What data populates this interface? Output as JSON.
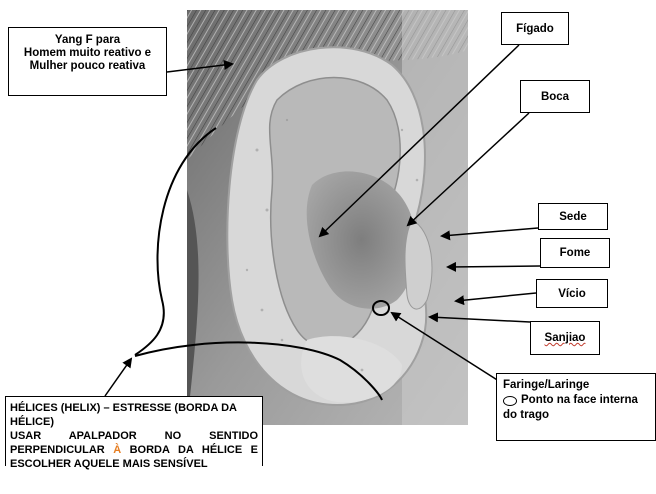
{
  "labels": {
    "yang": [
      "Yang F para",
      "Homem muito reativo e",
      "Mulher pouco reativa"
    ],
    "figado": "Fígado",
    "boca": "Boca",
    "sede": "Sede",
    "fome": "Fome",
    "vicio": "Vício",
    "sanjiao": "Sanjiao",
    "faringe": {
      "title": "Faringe/Laringe",
      "line2": "Ponto na face interna",
      "line3": "do trago"
    },
    "helix": {
      "line1": "HÉLICES (HELIX) – ESTRESSE (BORDA DA",
      "line2": "HÉLICE)",
      "line3": "USAR APALPADOR NO SENTIDO",
      "line4_pre": "PERPENDICULAR ",
      "line4_accent": "À",
      "line4_post": " BORDA DA HÉLICE E",
      "line5": "ESCOLHER AQUELE MAIS SENSÍVEL"
    }
  },
  "icons": {
    "faringe_marker": "circle-outline-icon"
  },
  "colors": {
    "line": "#000000",
    "accent": "#e67e22"
  }
}
